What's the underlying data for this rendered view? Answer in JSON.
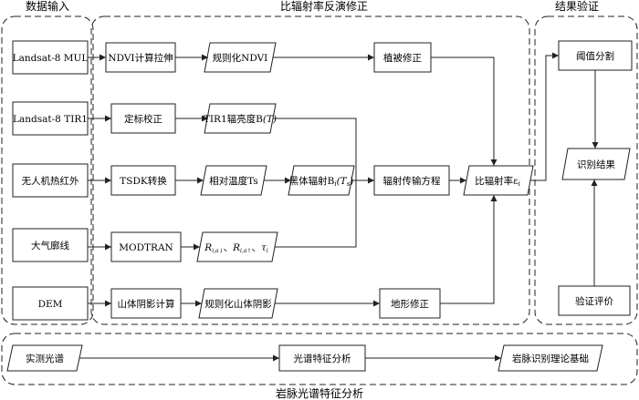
{
  "sections": {
    "input": "数据输入",
    "inversion": "比辐射率反演修正",
    "validation": "结果验证",
    "spectral": "岩脉光谱特征分析"
  },
  "inputs": {
    "mul": "Landsat-8 MUL",
    "tir1": "Landsat-8 TIR1",
    "uav": "无人机热红外",
    "atmo": "大气廓线",
    "dem": "DEM"
  },
  "process": {
    "ndvi_stretch": "NDVI计算拉伸",
    "ndvi_norm": "规则化NDVI",
    "veg_corr": "植被修正",
    "calib": "定标校正",
    "tir_radiance": "TIR1辐亮度B",
    "tir_radiance_arg": "(T)",
    "tsdk": "TSDK转换",
    "rel_temp": "相对温度Ts",
    "bb_rad": "黑体辐射B",
    "bb_rad_sub": "i",
    "bb_rad_arg": "(T",
    "bb_rad_arg_sub": "s",
    "bb_rad_close": ")",
    "rad_eq": "辐射传输方程",
    "emissivity": "比辐射率ε",
    "emissivity_sub": "i",
    "modtran": "MODTRAN",
    "atm_r": "R",
    "atm_sub1": "i,a↓",
    "atm_sep": "、",
    "atm_sub2": "i,a↑",
    "atm_tau": "τ",
    "atm_tau_sub": "i",
    "hillshade": "山体阴影计算",
    "hillshade_norm": "规则化山体阴影",
    "terrain": "地形修正"
  },
  "validation": {
    "threshold": "阈值分割",
    "result": "识别结果",
    "eval": "验证评价"
  },
  "spectral": {
    "measured": "实测光谱",
    "feature": "光谱特征分析",
    "basis": "岩脉识别理论基础"
  }
}
